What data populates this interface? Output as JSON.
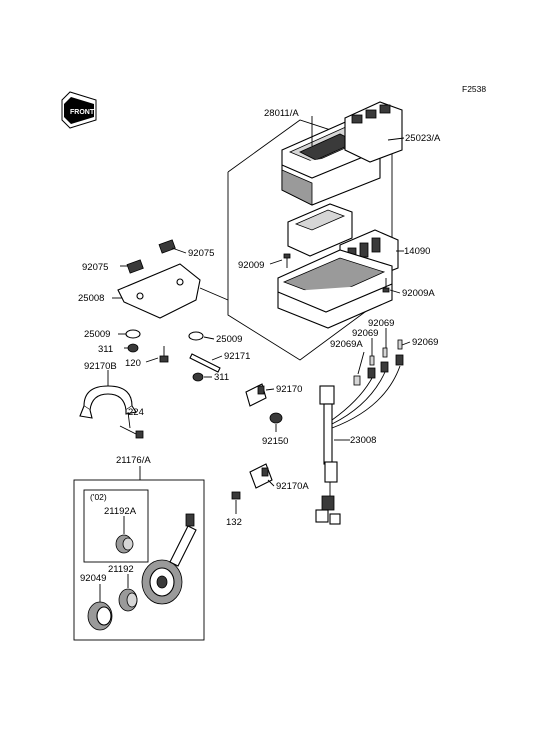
{
  "figure_code": "F2538",
  "front_marker": "FRONT",
  "year_note": "('02)",
  "parts": {
    "p28011A": "28011/A",
    "p25023A": "25023/A",
    "p14090": "14090",
    "p92009": "92009",
    "p92009A": "92009A",
    "p92075a": "92075",
    "p92075b": "92075",
    "p25008": "25008",
    "p25009a": "25009",
    "p25009b": "25009",
    "p311a": "311",
    "p311b": "311",
    "p120": "120",
    "p92170B": "92170B",
    "p92171": "92171",
    "p224": "224",
    "p92069a": "92069",
    "p92069b": "92069",
    "p92069c": "92069",
    "p92069A": "92069A",
    "p92170": "92170",
    "p92150": "92150",
    "p23008": "23008",
    "p92170A": "92170A",
    "p132": "132",
    "p21176A": "21176/A",
    "p21192A": "21192A",
    "p21192": "21192",
    "p92049": "92049"
  }
}
